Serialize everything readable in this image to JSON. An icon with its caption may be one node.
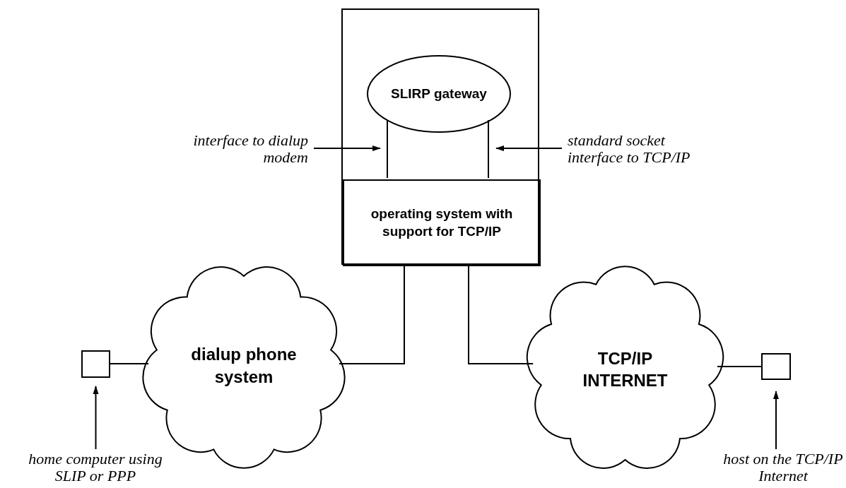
{
  "diagram": {
    "nodes": [
      {
        "text": [],
        "shape": "box"
      },
      {
        "text": [
          "SLIRP gateway"
        ],
        "in": 0
      },
      {
        "text": [
          "operating system with support for TCP/IP"
        ],
        "in": 0
      },
      {
        "text": [
          "dialup phone system"
        ]
      },
      {
        "text": [
          "TCP/IP INTERNET"
        ]
      },
      {
        "text": [],
        "shape": "box"
      },
      {
        "text": [],
        "shape": "box"
      },
      {
        "text": [
          "home computer using SLIP or PPP"
        ]
      },
      {
        "text": [
          "host on the TCP/IP Internet"
        ]
      },
      {
        "text": [
          "interface to dialup modem"
        ]
      },
      {
        "text": [
          "standard socket interface to TCP/IP"
        ]
      }
    ],
    "edges": [
      {
        "from": 1,
        "to": 2,
        "arrow": "none"
      },
      {
        "from": 1,
        "to": 2,
        "arrow": "none"
      },
      {
        "from": 2,
        "to": 3,
        "arrow": "none"
      },
      {
        "from": 2,
        "to": 4,
        "arrow": "none"
      },
      {
        "from": 3,
        "to": 5,
        "arrow": "none"
      },
      {
        "from": 4,
        "to": 6,
        "arrow": "none"
      },
      {
        "from": 7,
        "to": 5,
        "arrow": "to"
      },
      {
        "from": 8,
        "to": 6,
        "arrow": "to"
      },
      {
        "from": 9,
        "to": null,
        "arrow": "to"
      },
      {
        "from": 10,
        "to": null,
        "arrow": "to"
      }
    ]
  }
}
